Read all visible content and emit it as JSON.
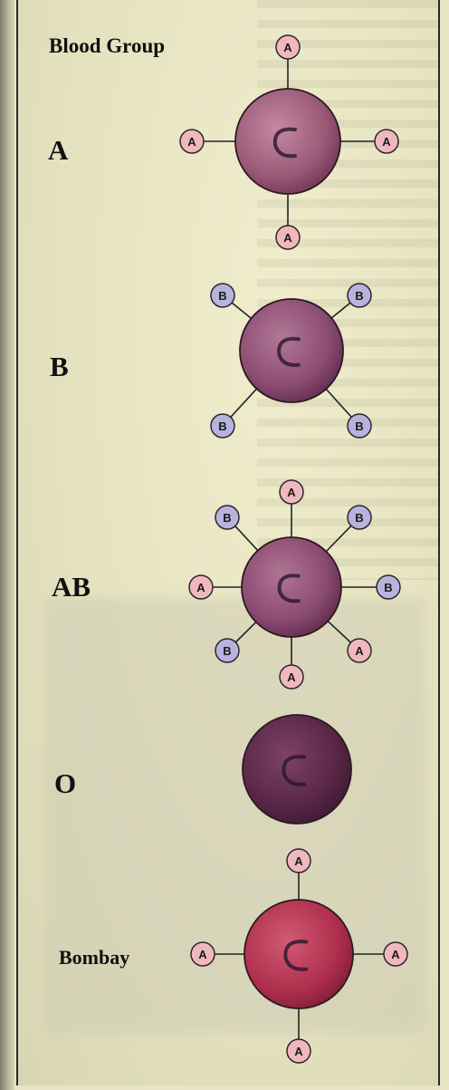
{
  "title": "Blood Group",
  "groups": [
    {
      "label": "A",
      "antigens": [
        "A",
        "A",
        "A",
        "A"
      ]
    },
    {
      "label": "B",
      "antigens": [
        "B",
        "B",
        "B",
        "B"
      ]
    },
    {
      "label": "AB",
      "antigens": [
        "A",
        "B",
        "B",
        "A",
        "B",
        "B",
        "A",
        "A"
      ]
    },
    {
      "label": "O",
      "antigens": []
    },
    {
      "label": "Bombay",
      "antigens": [
        "A",
        "A",
        "A",
        "A"
      ]
    }
  ],
  "colors": {
    "antigen_A": "#f0b8bd",
    "antigen_B": "#b7b3dc",
    "cell_A": "#9b5978",
    "cell_B": "#8c4c73",
    "cell_AB": "#8a4a72",
    "cell_O": "#5a2748",
    "cell_Bombay": "#b0304e"
  }
}
